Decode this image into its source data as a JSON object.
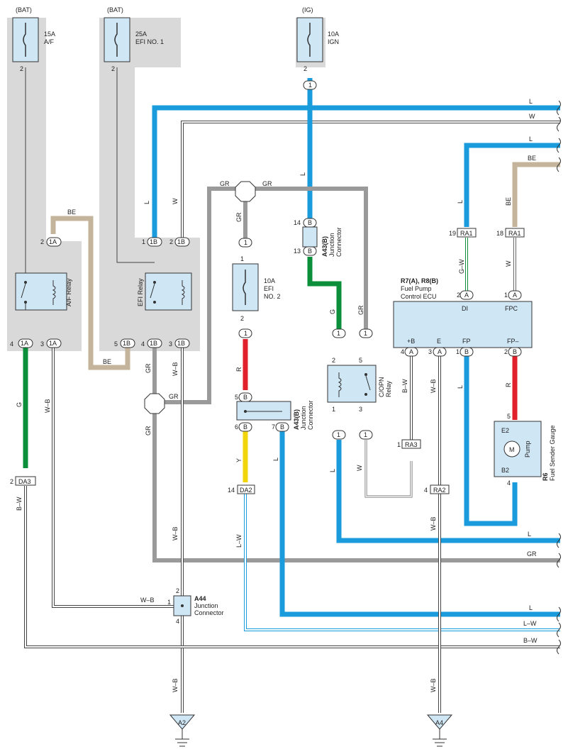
{
  "sources": {
    "bat1": "(BAT)",
    "bat2": "(BAT)",
    "ig": "(IG)"
  },
  "fuses": {
    "af": [
      "15A",
      "A/F"
    ],
    "efi1": [
      "25A",
      "EFI NO. 1"
    ],
    "ign": [
      "10A",
      "IGN"
    ],
    "efi2": [
      "10A",
      "EFI",
      "NO. 2"
    ]
  },
  "relays": {
    "af": "A/F Relay",
    "efi": "EFI Relay",
    "copn": [
      "C/OPN",
      "Relay"
    ]
  },
  "connectors": {
    "a43_top": [
      "A43(B)",
      "Junction",
      "Connector"
    ],
    "a43_mid": [
      "A43(B)",
      "Junction",
      "Connector"
    ],
    "a44": [
      "A44",
      "Junction",
      "Connector"
    ],
    "ecu": [
      "R7(A), R8(B)",
      "Fuel Pump",
      "Control ECU"
    ],
    "r6": [
      "R6",
      "Fuel Sender Gauge"
    ],
    "pump": "Pump",
    "motor": "M"
  },
  "ecu_pins": [
    "DI",
    "FPC",
    "+B",
    "E",
    "FP",
    "FP–"
  ],
  "gauge_pins": [
    "E2",
    "B2"
  ],
  "wire_colors": {
    "L": "L",
    "W": "W",
    "BE": "BE",
    "GR": "GR",
    "G": "G",
    "R": "R",
    "Y": "Y",
    "WB": "W–B",
    "BW": "B–W",
    "GW": "G–W",
    "LW": "L–W"
  },
  "tags": {
    "ra1": "RA1",
    "ra2": "RA2",
    "ra3": "RA3",
    "da2": "DA2",
    "da3": "DA3",
    "a2": "A2",
    "a4": "A4"
  },
  "pin_numbers": {
    "n1": "1",
    "n2": "2",
    "n3": "3",
    "n4": "4",
    "n5": "5",
    "n6": "6",
    "n7": "7",
    "n13": "13",
    "n14": "14",
    "n18": "18",
    "n19": "19",
    "p1A": "1A",
    "p1B": "1B",
    "pA": "A",
    "pB": "B"
  },
  "colors": {
    "blue": "#1a9bdc",
    "green": "#0b8f3a",
    "red": "#e0202a",
    "yellow": "#f2d40a",
    "gray": "#9a9a9a",
    "tan": "#c4b49b",
    "shade": "#d9d9d9",
    "box": "#cfe6f5"
  }
}
